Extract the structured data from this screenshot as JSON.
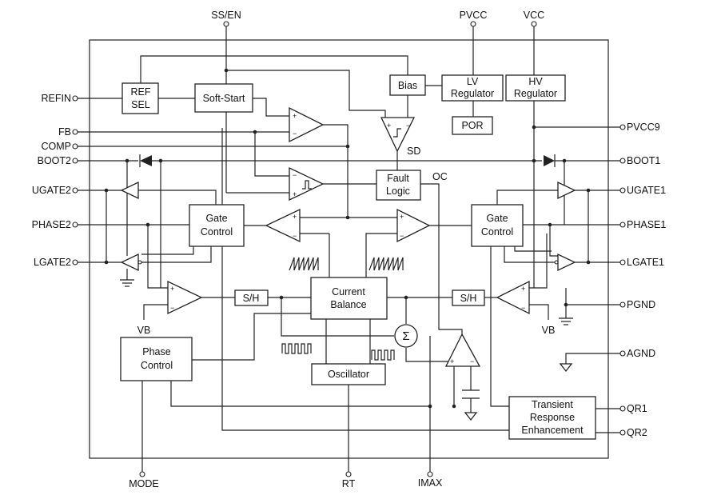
{
  "pins": {
    "ss_en": "SS/EN",
    "pvcc": "PVCC",
    "vcc": "VCC",
    "refin": "REFIN",
    "fb": "FB",
    "comp": "COMP",
    "boot2": "BOOT2",
    "ugate2": "UGATE2",
    "phase2": "PHASE2",
    "lgate2": "LGATE2",
    "pvcc9": "PVCC9",
    "boot1": "BOOT1",
    "ugate1": "UGATE1",
    "phase1": "PHASE1",
    "lgate1": "LGATE1",
    "pgnd": "PGND",
    "agnd": "AGND",
    "qr1": "QR1",
    "qr2": "QR2",
    "mode": "MODE",
    "rt": "RT",
    "imax": "IMAX"
  },
  "blocks": {
    "ref_sel": [
      "REF",
      "SEL"
    ],
    "soft_start": "Soft-Start",
    "bias": "Bias",
    "lv_regulator": [
      "LV",
      "Regulator"
    ],
    "hv_regulator": [
      "HV",
      "Regulator"
    ],
    "por": "POR",
    "fault_logic": [
      "Fault",
      "Logic"
    ],
    "gate_control_left": [
      "Gate",
      "Control"
    ],
    "gate_control_right": [
      "Gate",
      "Control"
    ],
    "current_balance": [
      "Current",
      "Balance"
    ],
    "oscillator": "Oscillator",
    "phase_control": [
      "Phase",
      "Control"
    ],
    "transient": [
      "Transient",
      "Response",
      "Enhancement"
    ],
    "sh_left": "S/H",
    "sh_right": "S/H"
  },
  "labels": {
    "sd": "SD",
    "oc": "OC",
    "vb_left": "VB",
    "vb_right": "VB",
    "sigma": "Σ",
    "plus": "+",
    "minus": "−"
  },
  "colors": {
    "line": "#222222",
    "background": "#ffffff"
  }
}
